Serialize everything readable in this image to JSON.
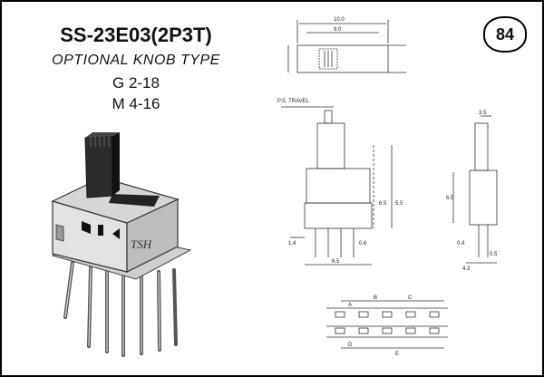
{
  "product": {
    "model": "SS-23E03(2P3T)",
    "knob_note": "OPTIONAL KNOB TYPE",
    "variants": [
      "G 2-18",
      "M 4-16"
    ],
    "brand_mark": "TSH"
  },
  "page_number": "84",
  "drawings": {
    "top_view": {
      "dims": [
        "9.0",
        "10.0"
      ]
    },
    "front_view": {
      "labels": [
        "P.S. TRAVEL",
        "6.5",
        "5.5",
        "1.4",
        "0.6",
        "6.5"
      ]
    },
    "side_view": {
      "labels": [
        "3.5",
        "6.5",
        "0.4",
        "0.5",
        "4.3"
      ]
    },
    "pcb_layout": {
      "labels": [
        "A",
        "B",
        "C",
        "D",
        "E"
      ]
    }
  }
}
